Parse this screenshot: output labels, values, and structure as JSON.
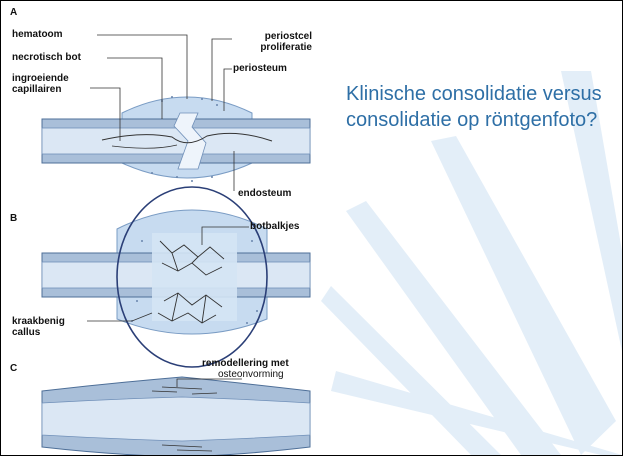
{
  "question": "Klinische consolidatie versus consolidatie op röntgenfoto?",
  "colors": {
    "question_text": "#2e6fa6",
    "rays": "#e3eef8",
    "bone": "#a9bfd9",
    "callus": "#c7dbf0",
    "ellipse": "#2b3f77"
  },
  "figure": {
    "panels": {
      "a": "A",
      "b": "B",
      "c": "C"
    },
    "labels": {
      "hematoom": "hematoom",
      "necrotisch_bot": "necrotisch bot",
      "ingroeiende_capillairen": "ingroeiende\ncapillairen",
      "periostcel_proliferatie": "periostcel\nproliferatie",
      "periosteum": "periosteum",
      "endosteum": "endosteum",
      "botbalkjes": "botbalkjes",
      "kraakbenig_callus": "kraakbenig\ncallus",
      "remodellering": "remodellering met",
      "osteonvorming": "osteonvorming"
    }
  }
}
